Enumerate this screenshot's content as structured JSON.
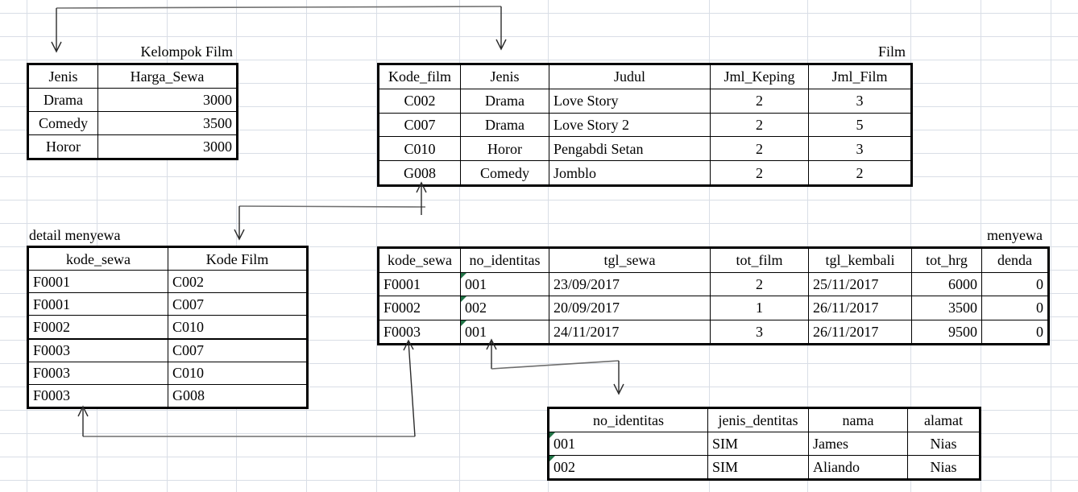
{
  "colors": {
    "grid": "#d9dee6",
    "table_border": "#000000",
    "arrow_vertical": "#2b2b2b",
    "arrow_horizontal": "#6e6e6e",
    "error_flag_green": "#217346"
  },
  "tables": {
    "kelompok_film": {
      "title": "Kelompok Film",
      "headers": [
        "Jenis",
        "Harga_Sewa"
      ],
      "rows": [
        [
          "Drama",
          "3000"
        ],
        [
          "Comedy",
          "3500"
        ],
        [
          "Horor",
          "3000"
        ]
      ]
    },
    "film": {
      "title": "Film",
      "headers": [
        "Kode_film",
        "Jenis",
        "Judul",
        "Jml_Keping",
        "Jml_Film"
      ],
      "rows": [
        [
          "C002",
          "Drama",
          "Love Story",
          "2",
          "3"
        ],
        [
          "C007",
          "Drama",
          "Love Story 2",
          "2",
          "5"
        ],
        [
          "C010",
          "Horor",
          "Pengabdi Setan",
          "2",
          "3"
        ],
        [
          "G008",
          "Comedy",
          "Jomblo",
          "2",
          "2"
        ]
      ]
    },
    "detail_menyewa": {
      "title": "detail menyewa",
      "headers": [
        "kode_sewa",
        "Kode Film"
      ],
      "rows": [
        [
          "F0001",
          "C002"
        ],
        [
          "F0001",
          "C007"
        ],
        [
          "F0002",
          "C010"
        ],
        [
          "F0003",
          "C007"
        ],
        [
          "F0003",
          "C010"
        ],
        [
          "F0003",
          "G008"
        ]
      ]
    },
    "menyewa": {
      "title": "menyewa",
      "headers": [
        "kode_sewa",
        "no_identitas",
        "tgl_sewa",
        "tot_film",
        "tgl_kembali",
        "tot_hrg",
        "denda"
      ],
      "rows": [
        [
          "F0001",
          "001",
          "23/09/2017",
          "2",
          "25/11/2017",
          "6000",
          "0"
        ],
        [
          "F0002",
          "002",
          "20/09/2017",
          "1",
          "26/11/2017",
          "3500",
          "0"
        ],
        [
          "F0003",
          "001",
          "24/11/2017",
          "3",
          "26/11/2017",
          "9500",
          "0"
        ]
      ],
      "flags": [
        [
          0,
          1
        ],
        [
          1,
          1
        ],
        [
          2,
          1
        ]
      ]
    },
    "identitas": {
      "title": "",
      "headers": [
        "no_identitas",
        "jenis_dentitas",
        "nama",
        "alamat"
      ],
      "rows": [
        [
          "001",
          "SIM",
          "James",
          "Nias"
        ],
        [
          "002",
          "SIM",
          "Aliando",
          "Nias"
        ]
      ],
      "flags": [
        [
          0,
          0
        ],
        [
          1,
          0
        ]
      ]
    }
  },
  "relations": [
    {
      "from": "Kelompok Film.Jenis",
      "to": "Film.Jenis"
    },
    {
      "from": "Film.Kode_film",
      "to": "detail menyewa.Kode Film"
    },
    {
      "from": "detail menyewa.kode_sewa",
      "to": "menyewa.kode_sewa"
    },
    {
      "from": "menyewa.no_identitas",
      "to": "identitas.no_identitas"
    }
  ]
}
